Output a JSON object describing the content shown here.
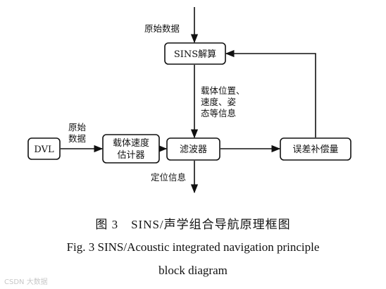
{
  "nodes": {
    "sins": "SINS解算",
    "dvl": "DVL",
    "estimator": [
      "载体速度",
      "估计器"
    ],
    "filter": "滤波器",
    "compensation": "误差补偿量"
  },
  "edges": {
    "raw_top": "原始数据",
    "raw_dvl": [
      "原始",
      "数据"
    ],
    "sins_to_filter": [
      "载体位置、",
      "速度、姿",
      "态等信息"
    ],
    "output": "定位信息"
  },
  "caption": {
    "zh": "图 3　SINS/声学组合导航原理框图",
    "en_line1": "Fig. 3 SINS/Acoustic integrated navigation principle",
    "en_line2": "block diagram"
  },
  "watermark": "CSDN 大数据"
}
